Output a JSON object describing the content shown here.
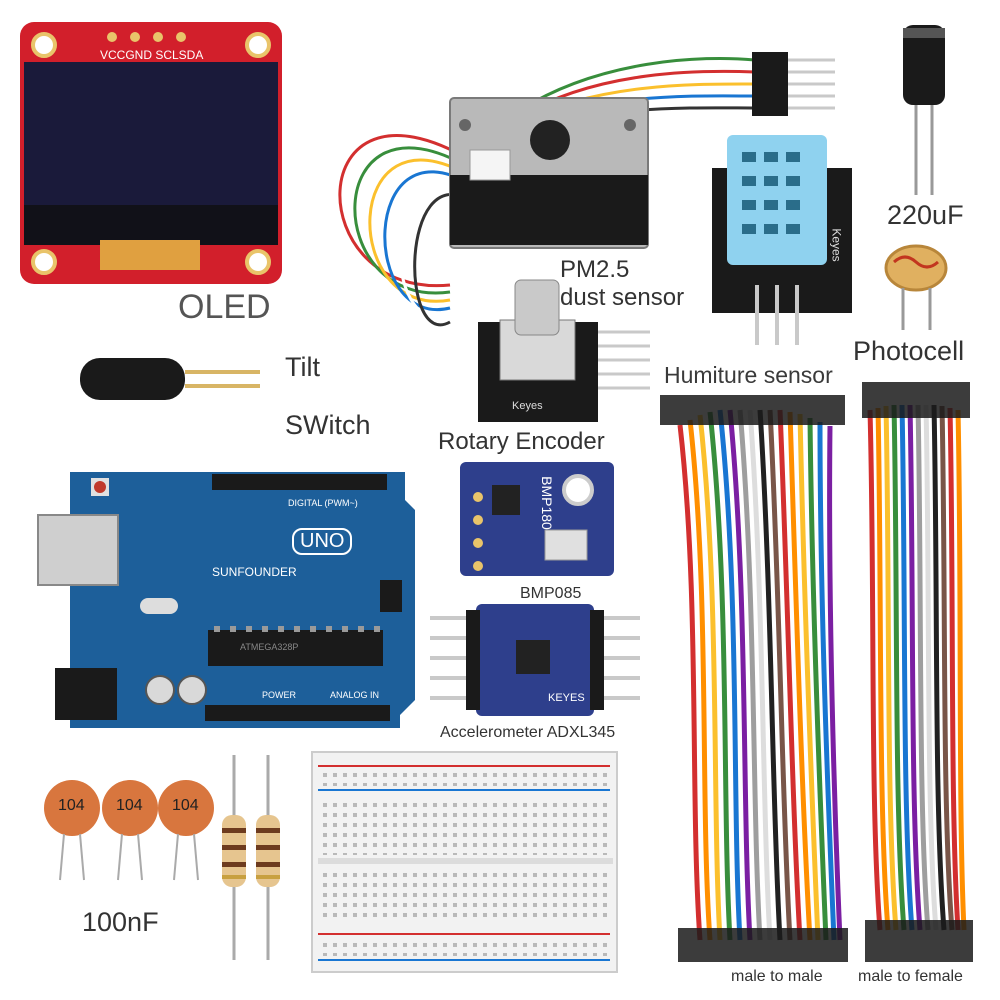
{
  "labels": {
    "oled": "OLED",
    "oled_pins": "VCCGND SCLSDA",
    "pm25_line1": "PM2.5",
    "pm25_line2": "dust sensor",
    "cap_value": "220uF",
    "tilt_line1": "Tilt",
    "tilt_line2": "SWitch",
    "photocell": "Photocell",
    "humiture": "Humiture sensor",
    "humiture_board": "Keyes",
    "rotary": "Rotary Encoder",
    "rotary_board": "Keyes",
    "bmp_chip": "BMP180",
    "bmp": "BMP085",
    "accel": "Accelerometer ADXL345",
    "accel_board": "KEYES",
    "uno_brand": "SUNFOUNDER",
    "uno_model": "UNO",
    "uno_digital": "DIGITAL (PWM~)",
    "uno_power": "POWER",
    "uno_analog": "ANALOG IN",
    "uno_chip": "ATMEGA328P",
    "ceramic_cap_code": "104",
    "cap_100nf": "100nF",
    "male_to_male": "male to male",
    "male_to_female": "male to female"
  },
  "colors": {
    "oled_pcb": "#d21f2b",
    "oled_screen": "#1a1a3a",
    "uno_pcb": "#1d5f9a",
    "module_black": "#1a1a1a",
    "dht_blue": "#8fd2ef",
    "bmp_blue": "#2e3f8c",
    "ceramic_orange": "#d8763e",
    "breadboard": "#f2f2f2",
    "jumper_wires": [
      "#d32f2f",
      "#ff8f00",
      "#fbc02d",
      "#388e3c",
      "#1976d2",
      "#7b1fa2",
      "#9e9e9e",
      "#ffffff",
      "#212121",
      "#795548"
    ]
  }
}
